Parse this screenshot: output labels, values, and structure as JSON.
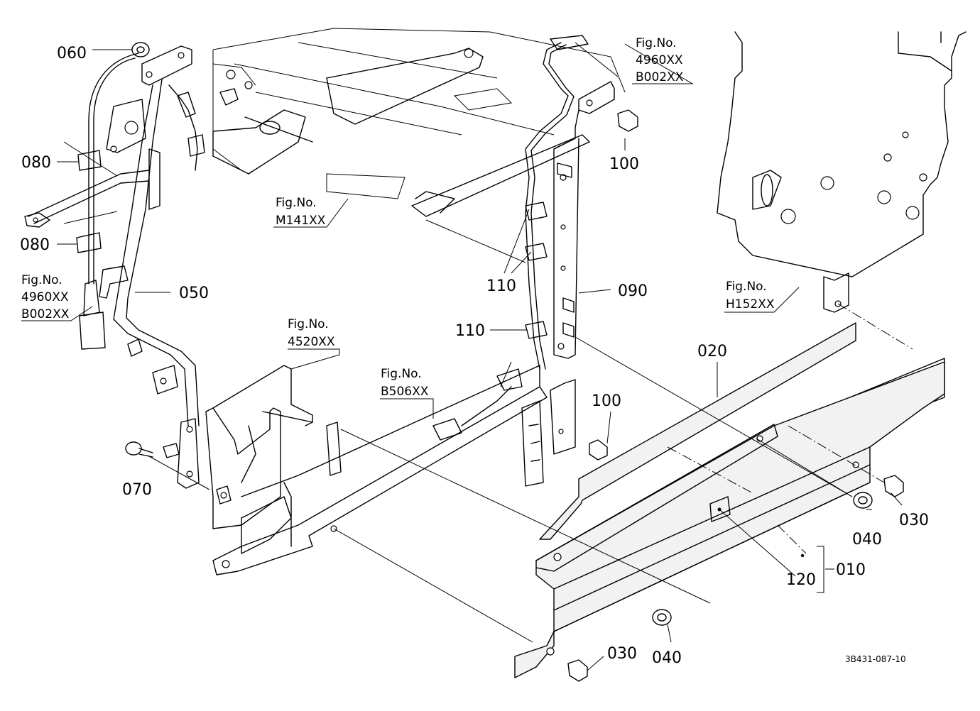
{
  "part_labels": {
    "p060": "060",
    "p080a": "080",
    "p080b": "080",
    "p050": "050",
    "p070": "070",
    "p100a": "100",
    "p100b": "100",
    "p110a": "110",
    "p110b": "110",
    "p090": "090",
    "p020": "020",
    "p030a": "030",
    "p030b": "030",
    "p040a": "040",
    "p040b": "040",
    "p010": "010",
    "p120": "120"
  },
  "fig_refs": {
    "fig_4960_top": {
      "title": "Fig.No.",
      "l1": "4960XX",
      "l2": "B002XX"
    },
    "fig_m141": {
      "title": "Fig.No.",
      "l1": "M141XX"
    },
    "fig_4960_left": {
      "title": "Fig.No.",
      "l1": "4960XX",
      "l2": "B002XX"
    },
    "fig_4520": {
      "title": "Fig.No.",
      "l1": "4520XX"
    },
    "fig_b506": {
      "title": "Fig.No.",
      "l1": "B506XX"
    },
    "fig_h152": {
      "title": "Fig.No.",
      "l1": "H152XX"
    }
  },
  "drawing_code": "3B431-087-10"
}
